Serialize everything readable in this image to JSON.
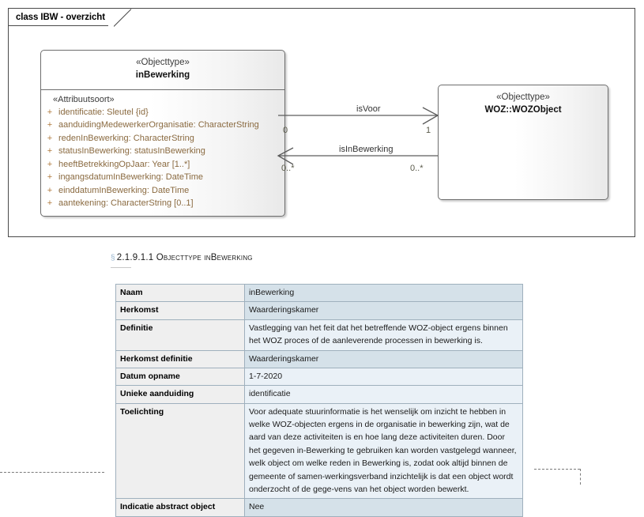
{
  "diagram": {
    "frame_label": "class IBW - overzicht",
    "classes": [
      {
        "id": "inbewerking",
        "stereotype": "«Objecttype»",
        "name": "inBewerking",
        "attr_group_label": "«Attribuutsoort»",
        "attributes": [
          {
            "visibility": "+",
            "text": "identificatie: Sleutel {id}"
          },
          {
            "visibility": "+",
            "text": "aanduidingMedewerkerOrganisatie: CharacterString"
          },
          {
            "visibility": "+",
            "text": "redenInBewerking: CharacterString"
          },
          {
            "visibility": "+",
            "text": "statusInBewerking: statusInBewerking"
          },
          {
            "visibility": "+",
            "text": "heeftBetrekkingOpJaar: Year [1..*]"
          },
          {
            "visibility": "+",
            "text": "ingangsdatumInBewerking: DateTime"
          },
          {
            "visibility": "+",
            "text": "einddatumInBewerking: DateTime"
          },
          {
            "visibility": "+",
            "text": "aantekening: CharacterString [0..1]"
          }
        ]
      },
      {
        "id": "wozobject",
        "stereotype": "«Objecttype»",
        "name": "WOZ::WOZObject"
      }
    ],
    "associations": [
      {
        "name": "isVoor",
        "source_multiplicity": "0",
        "target_multiplicity": "1"
      },
      {
        "name": "isInBewerking",
        "source_multiplicity": "0..*",
        "target_multiplicity": "0..*"
      }
    ]
  },
  "section": {
    "anchor": "§",
    "number": "2.1.9.1.1",
    "title": "Objecttype inBewerking"
  },
  "table": {
    "rows": [
      {
        "key": "Naam",
        "value": "inBewerking",
        "shade": "dark"
      },
      {
        "key": "Herkomst",
        "value": "Waarderingskamer",
        "shade": "dark"
      },
      {
        "key": "Definitie",
        "value": "Vastlegging van het feit dat het betreffende WOZ-object ergens binnen het WOZ proces of de aanleverende processen in bewerking is.",
        "shade": "light"
      },
      {
        "key": "Herkomst definitie",
        "value": "Waarderingskamer",
        "shade": "dark"
      },
      {
        "key": "Datum opname",
        "value": "1-7-2020",
        "shade": "light"
      },
      {
        "key": "Unieke aanduiding",
        "value": "identificatie",
        "shade": "light"
      },
      {
        "key": "Toelichting",
        "value": "Voor adequate stuurinformatie is het wenselijk om inzicht te hebben in welke WOZ-objecten ergens in de organisatie in bewerking zijn, wat de aard van deze activiteiten is en hoe lang deze activiteiten duren. Door het gegeven in-Bewerking te gebruiken kan worden vastgelegd wanneer, welk object om welke reden in Bewerking is, zodat ook altijd binnen de gemeente of samen-werkingsverband inzichtelijk is dat een object wordt onderzocht of de gege-vens van het object worden bewerkt.",
        "shade": "light"
      },
      {
        "key": "Indicatie abstract object",
        "value": "Nee",
        "shade": "dark"
      }
    ]
  },
  "colors": {
    "frame_border": "#4a4a4a",
    "class_border": "#6e6e6e",
    "attribute_text": "#8a6a40",
    "table_key_bg": "#efefef",
    "table_value_bg": "#d5e1e9",
    "table_value_alt_bg": "#eaf1f7",
    "table_border": "#9fb0bd"
  }
}
